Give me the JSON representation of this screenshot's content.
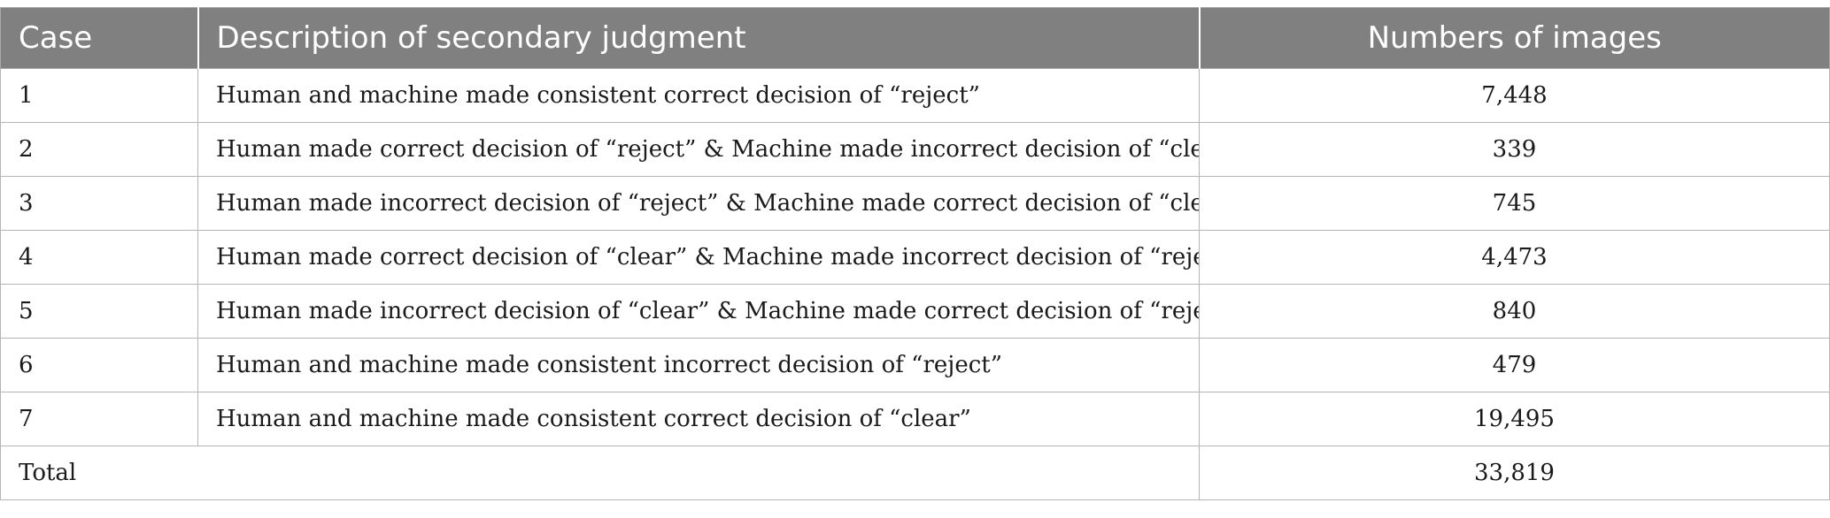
{
  "table": {
    "headers": {
      "case": "Case",
      "description": "Description of secondary judgment",
      "count": "Numbers of images"
    },
    "rows": [
      {
        "case": "1",
        "description": "Human and machine made consistent correct decision of “reject”",
        "count": "7,448"
      },
      {
        "case": "2",
        "description": "Human made correct decision of “reject” & Machine made incorrect decision of “clear”",
        "count": "339"
      },
      {
        "case": "3",
        "description": "Human made incorrect decision of “reject” & Machine made correct decision of “clear”",
        "count": "745"
      },
      {
        "case": "4",
        "description": "Human made correct decision of “clear” & Machine made incorrect decision of “reject”",
        "count": "4,473"
      },
      {
        "case": "5",
        "description": "Human made incorrect decision of “clear” & Machine made correct decision of “reject”",
        "count": "840"
      },
      {
        "case": "6",
        "description": "Human and machine made consistent incorrect decision of “reject”",
        "count": "479"
      },
      {
        "case": "7",
        "description": "Human and machine made consistent correct decision of “clear”",
        "count": "19,495"
      }
    ],
    "total": {
      "label": "Total",
      "count": "33,819"
    }
  }
}
